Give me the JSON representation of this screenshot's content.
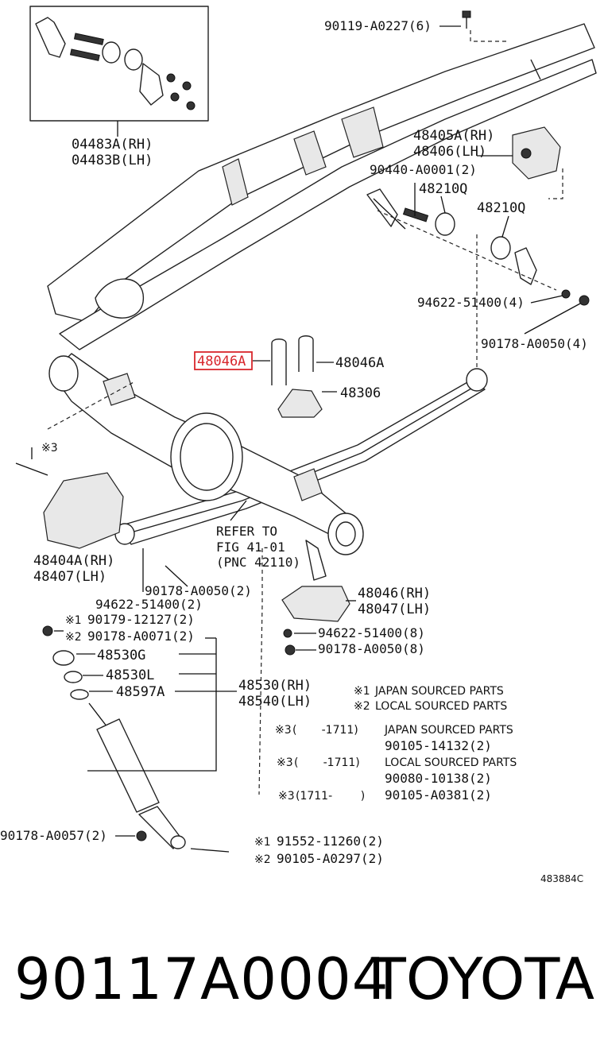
{
  "labels": {
    "p90119": "90119-A0227(6)",
    "p04483a": "04483A(RH)",
    "p04483b": "04483B(LH)",
    "p48405a": "48405A(RH)",
    "p48406": "48406(LH)",
    "p90440": "90440-A0001(2)",
    "p48210q_a": "48210Q",
    "p48210q_b": "48210Q",
    "p94622_top": "94622-51400(4)",
    "p90178_top": "90178-A0050(4)",
    "p48046a_hl": "48046A",
    "p48046a": "48046A",
    "p48306": "48306",
    "refer1": "REFER TO",
    "refer2": "FIG 41-01",
    "refer3": "(PNC 42110)",
    "p48404a": "48404A(RH)",
    "p48407": "48407(LH)",
    "p90178_mid": "90178-A0050(2)",
    "p94622_mid": "94622-51400(2)",
    "p48046rh": "48046(RH)",
    "p48047lh": "48047(LH)",
    "p94622_low": "94622-51400(8)",
    "p90178_low": "90178-A0050(8)",
    "p90179": "90179-12127(2)",
    "p90178_a0071": "90178-A0071(2)",
    "p48530g": "48530G",
    "p48530l": "48530L",
    "p48597a": "48597A",
    "p48530rh": "48530(RH)",
    "p48540lh": "48540(LH)",
    "p90178_a0057": "90178-A0057(2)",
    "p91552": "91552-11260(2)",
    "p90105_a0297": "90105-A0297(2)",
    "p90105_14132": "90105-14132(2)",
    "p90080": "90080-10138(2)",
    "p90105_a0381": "90105-A0381(2)"
  },
  "marks": {
    "m1": "※1",
    "m2": "※2",
    "m3": "※3"
  },
  "notes": {
    "japan_legend": "JAPAN SOURCED PARTS",
    "local_legend": "LOCAL SOURCED PARTS",
    "range1": "(       -1711)",
    "range2": "(       -1711)",
    "range3": "(1711-        )",
    "src_japan": "JAPAN SOURCED PARTS",
    "src_local": "LOCAL SOURCED PARTS"
  },
  "figure_code": "483884C",
  "footer": {
    "part_number": "90117A0004",
    "brand": "TOYOTA"
  },
  "colors": {
    "highlight": "#d8262c",
    "ink": "#111111"
  }
}
